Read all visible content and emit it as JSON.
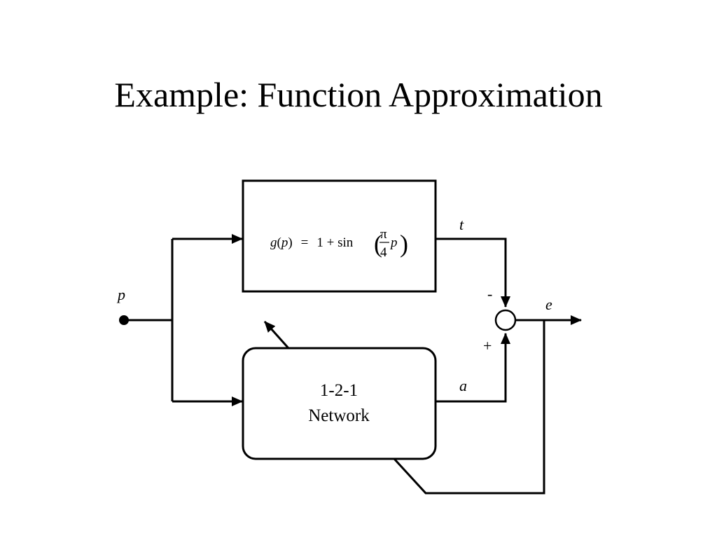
{
  "slide": {
    "title": "Example: Function Approximation"
  },
  "diagram": {
    "input_label": "p",
    "target_function": {
      "g": "g",
      "arg_open": "(",
      "arg_var": "p",
      "arg_close": ")",
      "equals": "=",
      "rhs_prefix": "1 + sin",
      "frac_num": "π",
      "frac_den": "4",
      "frac_var": "p"
    },
    "network": {
      "line1": "1-2-1",
      "line2": "Network"
    },
    "target_label": "t",
    "output_label": "a",
    "error_label": "e",
    "minus_sign": "-",
    "plus_sign": "+"
  },
  "colors": {
    "stroke": "#000000",
    "background": "#ffffff"
  }
}
